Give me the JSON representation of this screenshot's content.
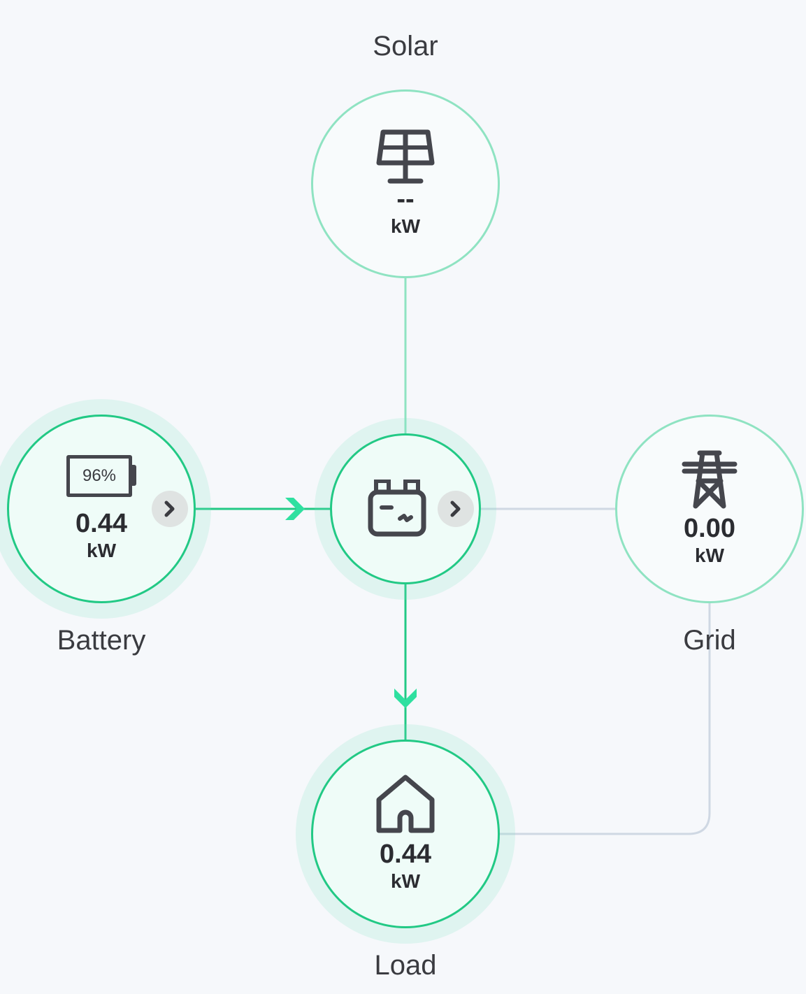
{
  "nodes": {
    "solar": {
      "label": "Solar",
      "value": "--",
      "unit": "kW",
      "icon": "solar-panel-icon"
    },
    "battery": {
      "label": "Battery",
      "value": "0.44",
      "unit": "kW",
      "soc": "96%",
      "icon": "battery-icon"
    },
    "inverter": {
      "icon": "inverter-icon"
    },
    "grid": {
      "label": "Grid",
      "value": "0.00",
      "unit": "kW",
      "icon": "power-tower-icon"
    },
    "load": {
      "label": "Load",
      "value": "0.44",
      "unit": "kW",
      "icon": "home-icon"
    }
  },
  "colors": {
    "active": "#22c985",
    "inactive": "#8fe3c2",
    "idle_line": "#cfd8e3",
    "background": "#f6f8fb"
  }
}
